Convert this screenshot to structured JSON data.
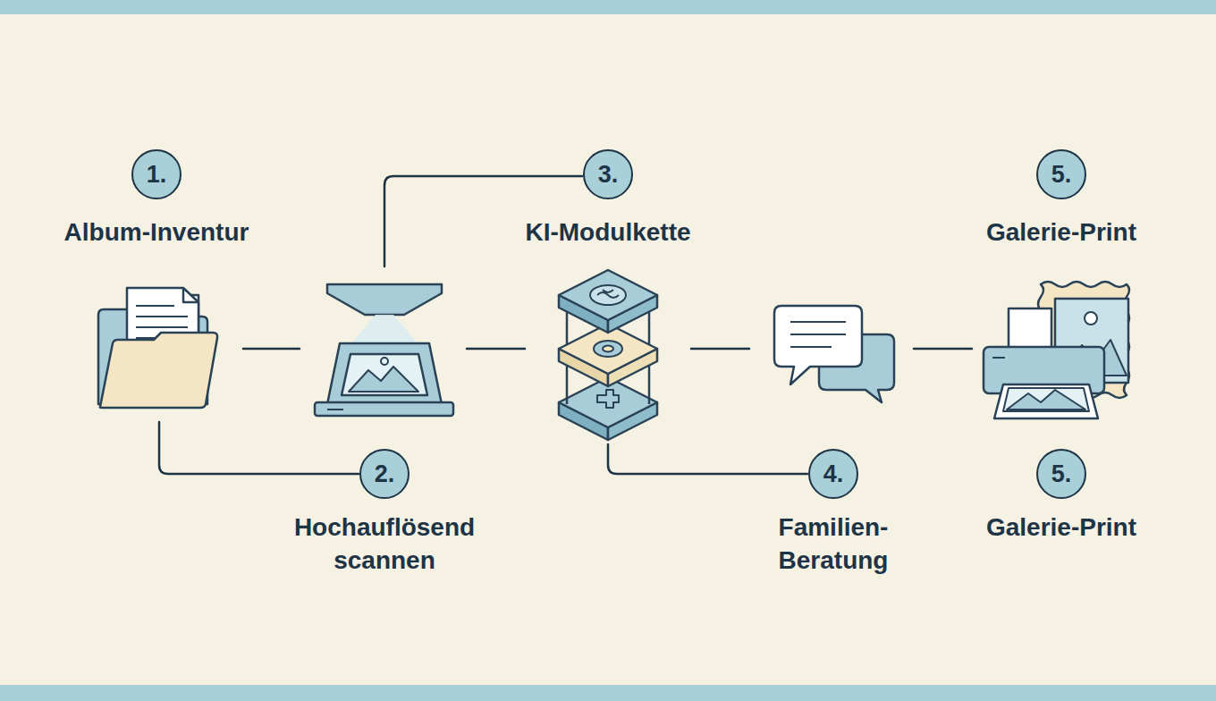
{
  "diagram": {
    "nodes": [
      {
        "text": [
          "1.",
          "Album-Inventur"
        ]
      },
      {
        "text": [
          "2.",
          "Hochauflösend scannen"
        ]
      },
      {
        "text": [
          "3.",
          "KI-Modulkette"
        ]
      },
      {
        "text": [
          "4.",
          "Familien- Beratung"
        ]
      },
      {
        "text": [
          "5.",
          "Galerie-Print"
        ]
      },
      {
        "text": [
          "5.",
          "Galerie-Print"
        ]
      }
    ]
  }
}
